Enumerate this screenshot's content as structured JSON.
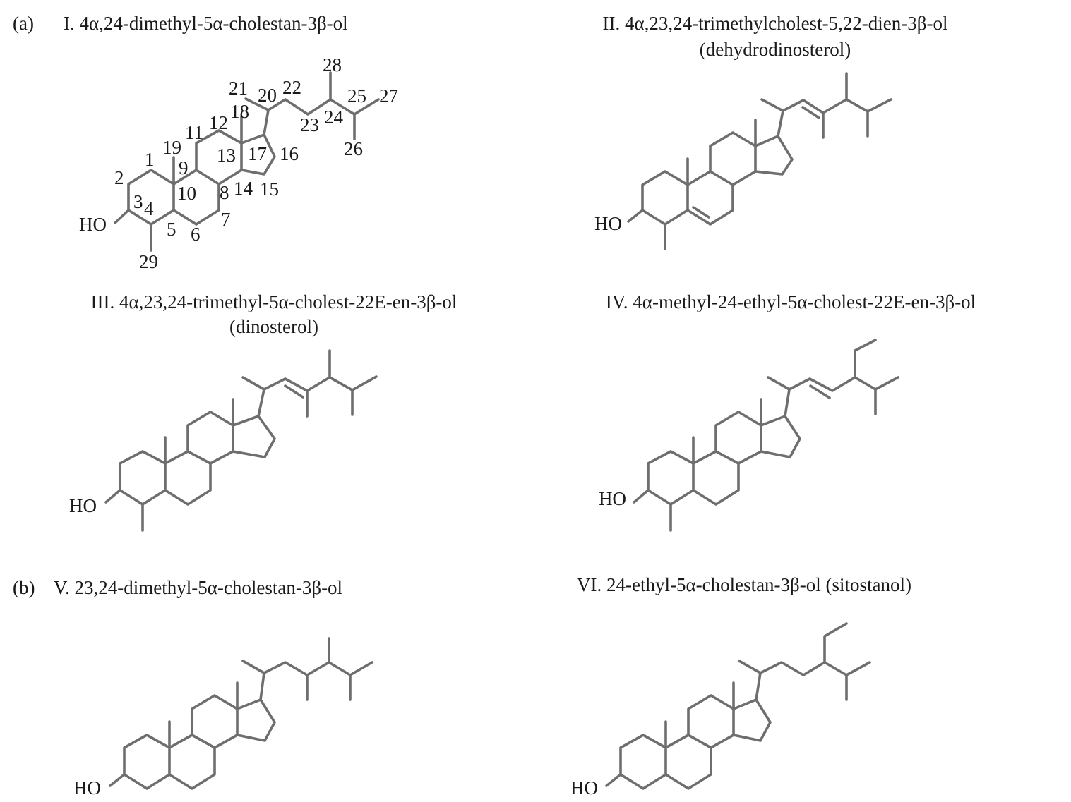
{
  "panels": [
    {
      "label": "(a)",
      "title": "I. 4α,24-dimethyl-5α-cholestan-3β-ol"
    },
    {
      "label": "",
      "title": "II. 4α,23,24-trimethylcholest-5,22-dien-3β-ol",
      "subtitle": "(dehydrodinosterol)"
    },
    {
      "label": "",
      "title": "III. 4α,23,24-trimethyl-5α-cholest-22E-en-3β-ol",
      "subtitle": "(dinosterol)"
    },
    {
      "label": "",
      "title": "IV. 4α-methyl-24-ethyl-5α-cholest-22E-en-3β-ol"
    },
    {
      "label": "(b)",
      "title": "V. 23,24-dimethyl-5α-cholestan-3β-ol"
    },
    {
      "label": "",
      "title": "VI. 24-ethyl-5α-cholestan-3β-ol (sitostanol)"
    }
  ],
  "hydroxyl_label": "HO",
  "numbering": [
    "1",
    "2",
    "3",
    "4",
    "5",
    "6",
    "7",
    "8",
    "9",
    "10",
    "11",
    "12",
    "13",
    "14",
    "15",
    "16",
    "17",
    "18",
    "19",
    "20",
    "21",
    "22",
    "23",
    "24",
    "25",
    "26",
    "27",
    "28",
    "29"
  ],
  "bond_color": "#6e6e6e"
}
